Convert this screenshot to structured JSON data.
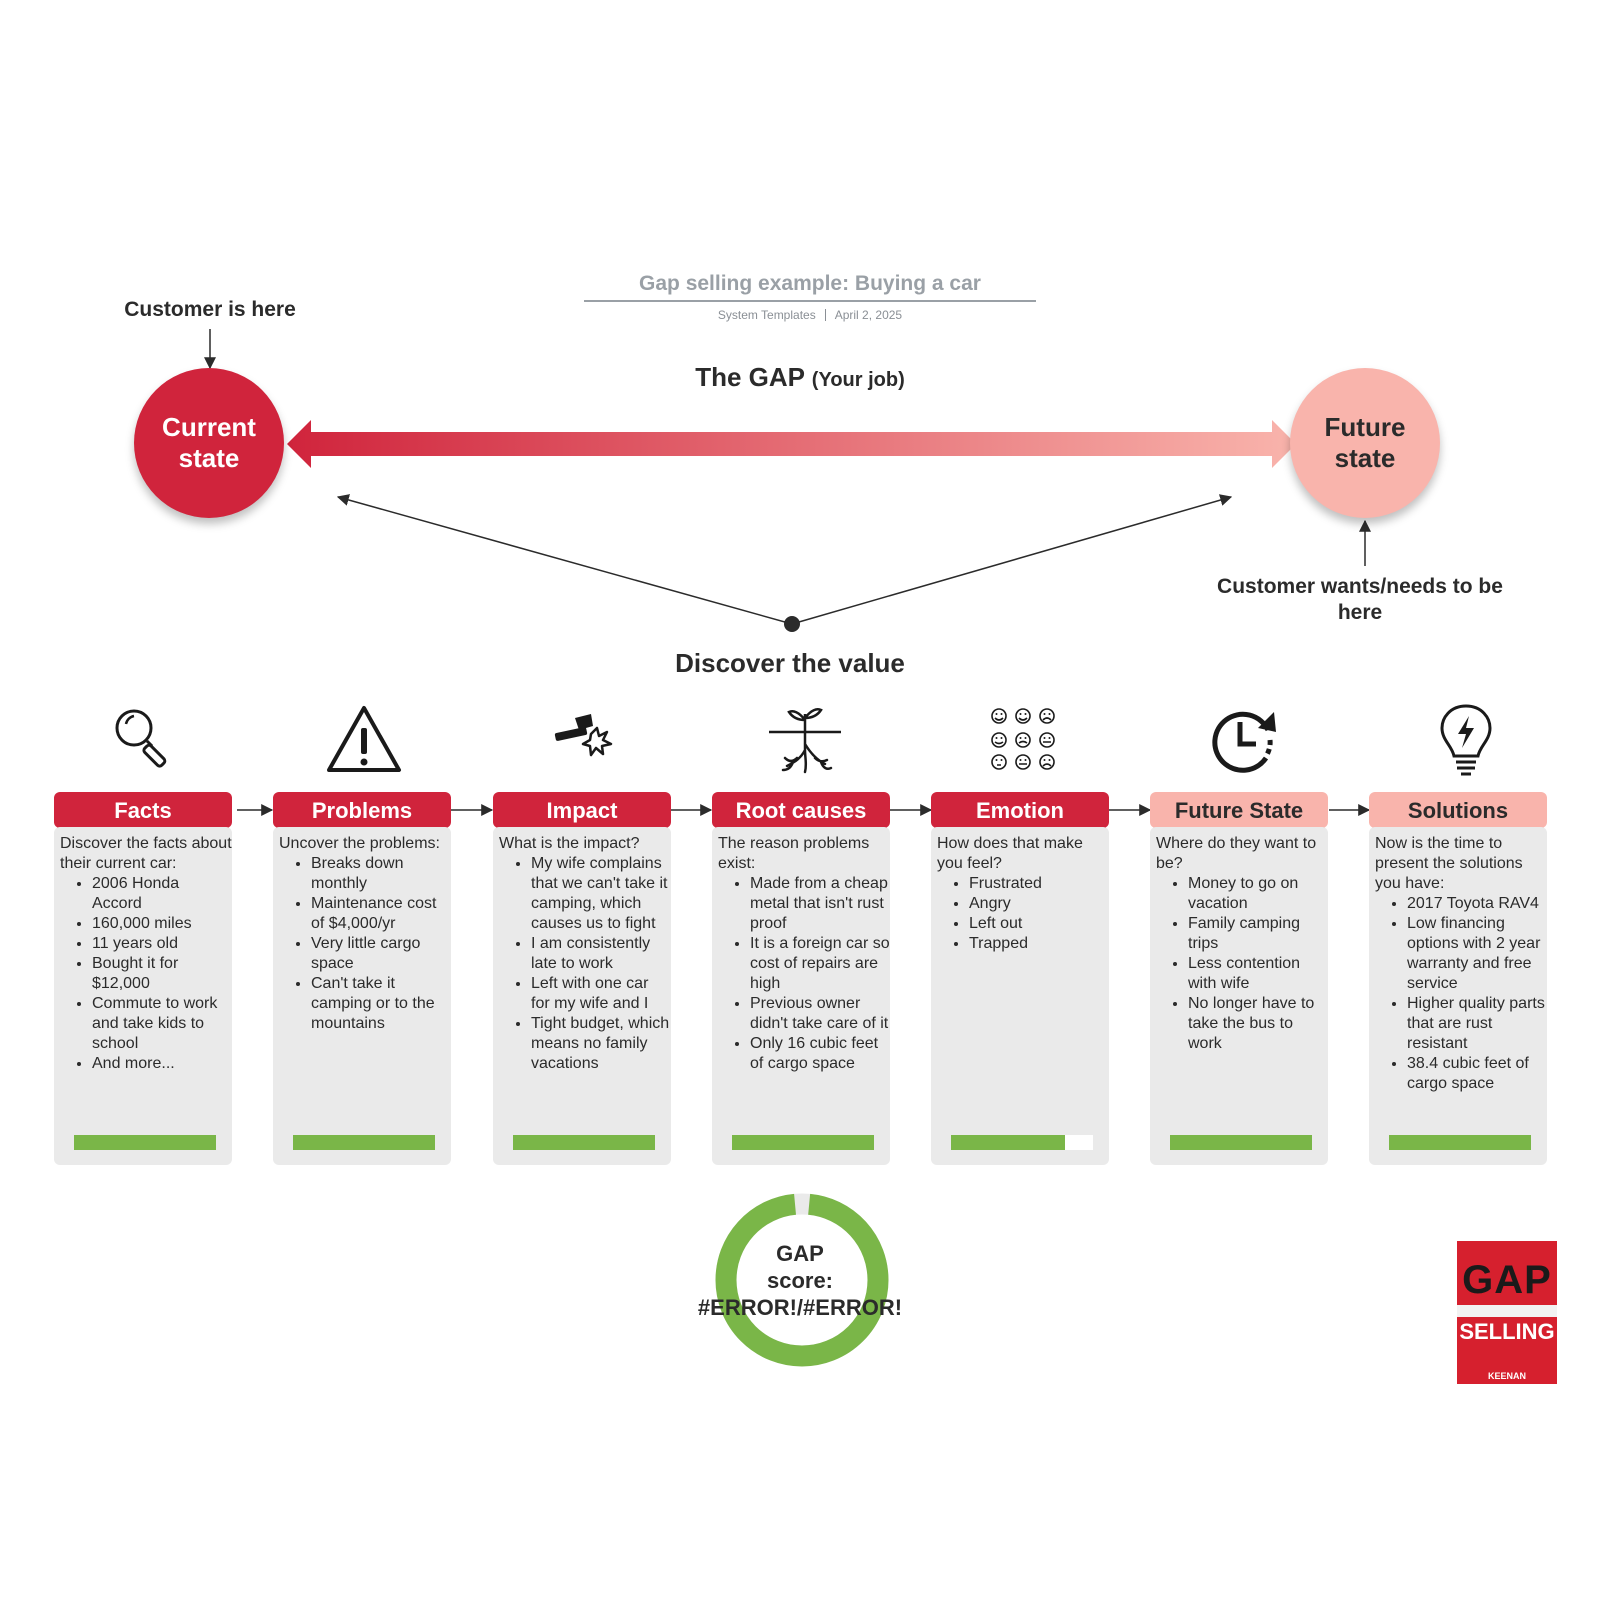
{
  "header": {
    "title": "Gap selling example: Buying a car",
    "author": "System Templates",
    "date": "April 2, 2025"
  },
  "top": {
    "customer_here": "Customer is here",
    "current_state": "Current state",
    "future_state": "Future state",
    "gap_title": "The GAP",
    "gap_sub": "(Your job)",
    "customer_wants": "Customer wants/needs to be here",
    "discover": "Discover the value"
  },
  "colors": {
    "red": "#d0243c",
    "pink": "#f9b4ac",
    "green": "#7ab648",
    "card_bg": "#eaeaea"
  },
  "cards": [
    {
      "title": "Facts",
      "icon": "magnifier-icon",
      "style": "red",
      "score": 1.0,
      "intro": "Discover the facts about their current car:",
      "items": [
        "2006 Honda Accord",
        "160,000 miles",
        "11 years old",
        "Bought it for $12,000",
        "Commute to work and take kids to school",
        "And more..."
      ]
    },
    {
      "title": "Problems",
      "icon": "warning-icon",
      "style": "red",
      "score": 1.0,
      "intro": "Uncover the problems:",
      "items": [
        "Breaks down monthly",
        "Maintenance cost of $4,000/yr",
        "Very little cargo space",
        "Can't take it camping or to the mountains"
      ]
    },
    {
      "title": "Impact",
      "icon": "hammer-impact-icon",
      "style": "red",
      "score": 1.0,
      "intro": "What is the impact?",
      "items": [
        "My wife complains that we can't take it camping, which causes us to fight",
        "I am consistently late to work",
        "Left with one car for my wife and I",
        "Tight budget, which means no family vacations"
      ]
    },
    {
      "title": "Root causes",
      "icon": "plant-roots-icon",
      "style": "red",
      "score": 1.0,
      "intro": "The reason problems exist:",
      "items": [
        "Made from a cheap metal that isn't rust proof",
        "It is a foreign car so cost of repairs are high",
        "Previous owner didn't take care of it",
        "Only 16 cubic feet of cargo space"
      ]
    },
    {
      "title": "Emotion",
      "icon": "emoji-faces-icon",
      "style": "red",
      "score": 0.8,
      "intro": "How does that make you feel?",
      "items": [
        "Frustrated",
        "Angry",
        "Left out",
        "Trapped"
      ]
    },
    {
      "title": "Future State",
      "icon": "clock-forward-icon",
      "style": "pink",
      "score": 1.0,
      "intro": "Where do they want to be?",
      "items": [
        "Money to go on vacation",
        "Family camping trips",
        "Less contention with wife",
        "No longer have to take the bus to work"
      ]
    },
    {
      "title": "Solutions",
      "icon": "lightbulb-icon",
      "style": "pink",
      "score": 1.0,
      "intro": "Now is the time to present the solutions you have:",
      "items": [
        "2017 Toyota RAV4",
        "Low financing options with 2 year warranty and free service",
        "Higher quality parts that are rust resistant",
        "38.4 cubic feet of cargo space"
      ]
    }
  ],
  "score": {
    "label": "GAP score:",
    "value": "#ERROR!/#ERROR!",
    "ring_fill": 0.97
  },
  "book": {
    "title_top": "GAP",
    "title_bottom": "SELLING",
    "author": "KEENAN"
  }
}
